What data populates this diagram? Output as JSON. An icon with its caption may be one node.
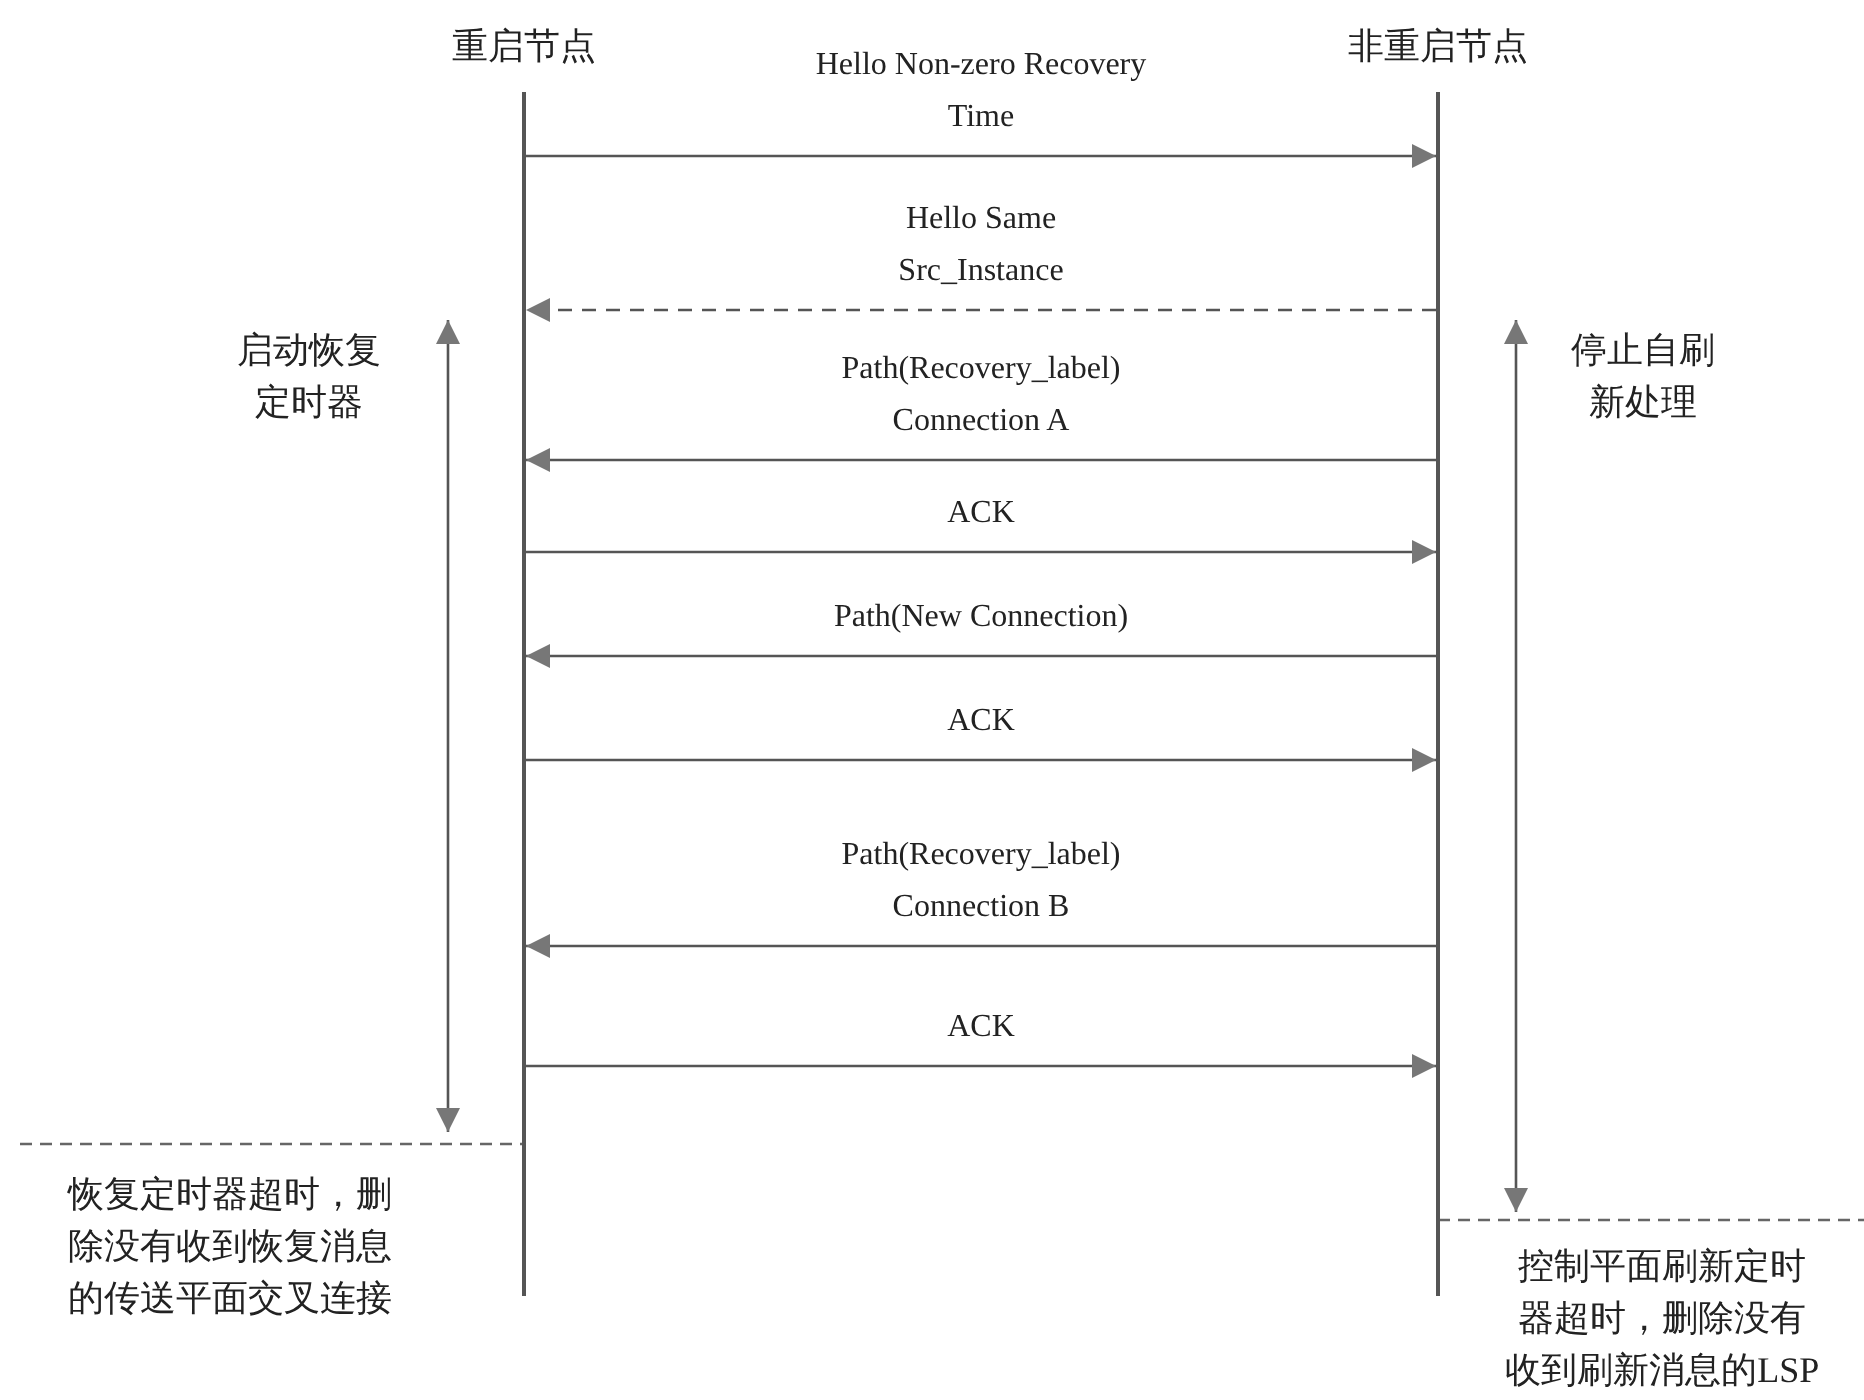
{
  "diagram": {
    "nodes": [
      {
        "text": [
          "重启节点"
        ]
      },
      {
        "text": [
          "非重启节点"
        ]
      }
    ],
    "edges": [
      {
        "from": 0,
        "to": 1,
        "arrow": "to",
        "label": "Hello Non-zero Recovery Time"
      },
      {
        "from": 1,
        "to": 0,
        "arrow": "to",
        "label": "Hello Same Src_Instance",
        "style": "dashed"
      },
      {
        "from": 1,
        "to": 0,
        "arrow": "to",
        "label": "Path(Recovery_label) Connection A"
      },
      {
        "from": 0,
        "to": 1,
        "arrow": "to",
        "label": "ACK"
      },
      {
        "from": 1,
        "to": 0,
        "arrow": "to",
        "label": "Path(New Connection)"
      },
      {
        "from": 0,
        "to": 1,
        "arrow": "to",
        "label": "ACK"
      },
      {
        "from": 1,
        "to": 0,
        "arrow": "to",
        "label": "Path(Recovery_label) Connection B"
      },
      {
        "from": 0,
        "to": 1,
        "arrow": "to",
        "label": "ACK"
      }
    ],
    "labels": [
      "启动恢复定时器",
      "停止自刷新处理",
      "恢复定时器超时，删除没有收到恢复消息的传送平面交叉连接",
      "控制平面刷新定时器超时，删除没有收到刷新消息的LSP"
    ]
  }
}
